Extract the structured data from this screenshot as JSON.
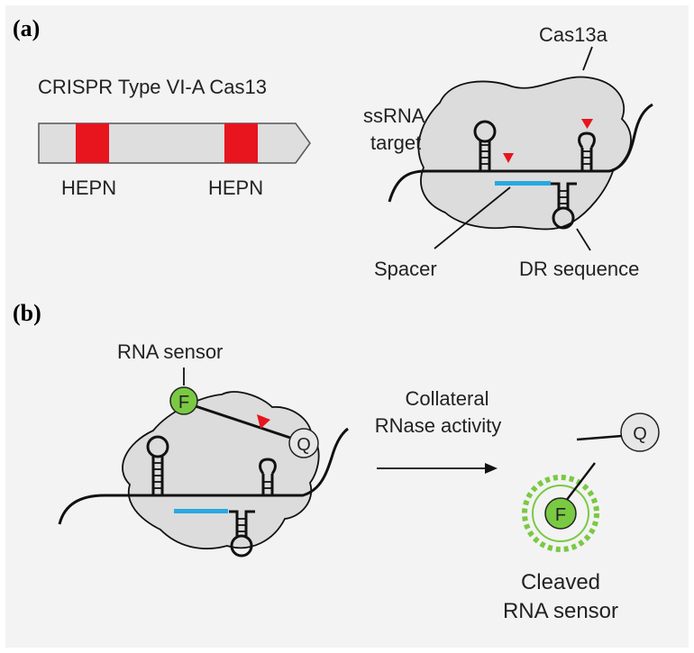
{
  "panel_a": {
    "label": "(a)",
    "gene_title": "CRISPR Type VI-A Cas13",
    "domains": [
      "HEPN",
      "HEPN"
    ],
    "protein_label": "Cas13a",
    "target_label": [
      "ssRNA",
      "target"
    ],
    "spacer_label": "Spacer",
    "dr_label": "DR sequence"
  },
  "panel_b": {
    "label": "(b)",
    "sensor_label": "RNA sensor",
    "fluorophore": "F",
    "quencher": "Q",
    "arrow_label": [
      "Collateral",
      "RNase activity"
    ],
    "cleaved_label": [
      "Cleaved",
      "RNA sensor"
    ]
  },
  "colors": {
    "background": "#f3f3f3",
    "protein_fill": "#dcdcdc",
    "hepn": "#e8141e",
    "spacer": "#27a9e1",
    "fluorophore": "#7ac943",
    "cleaved_ring": "#7ac943",
    "quencher_fill": "#e6e6e6",
    "cut_marker": "#e8141e",
    "stroke": "#111111"
  }
}
